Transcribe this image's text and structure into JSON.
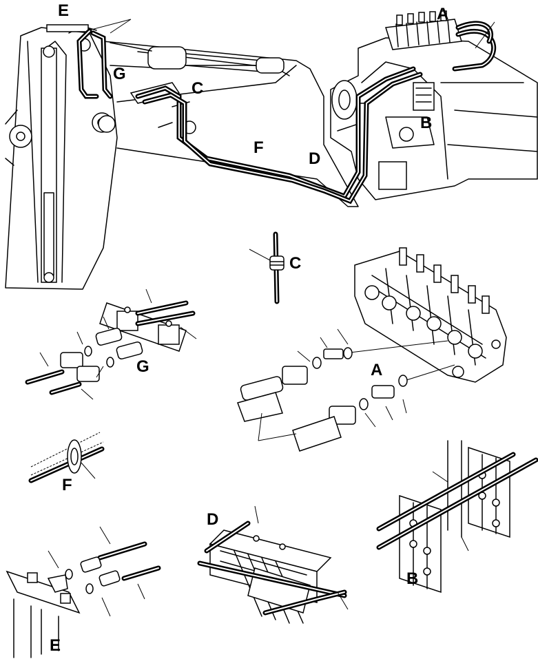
{
  "callouts": {
    "A_top": "A",
    "B_top": "B",
    "C_top": "C",
    "D_top": "D",
    "E_top": "E",
    "F_top": "F",
    "G_top": "G",
    "C_detail": "C",
    "A_detail": "A",
    "G_detail": "G",
    "F_detail": "F",
    "D_detail": "D",
    "B_detail": "B",
    "E_detail": "E"
  }
}
